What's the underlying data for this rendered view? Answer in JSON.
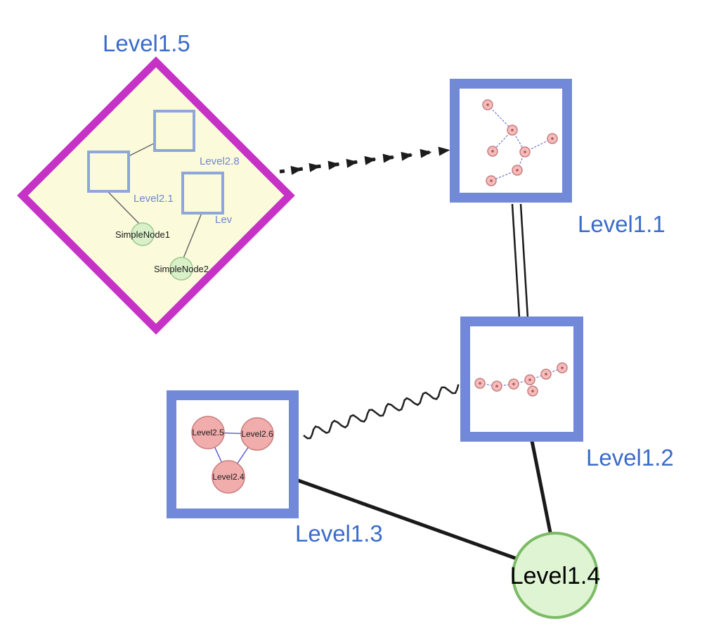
{
  "diagram_type": "nested-graph",
  "nodes": {
    "level1_5": {
      "label": "Level1.5",
      "shape": "diamond-group"
    },
    "level1_1": {
      "label": "Level1.1",
      "shape": "square-group"
    },
    "level1_2": {
      "label": "Level1.2",
      "shape": "square-group"
    },
    "level1_3": {
      "label": "Level1.3",
      "shape": "square-group"
    },
    "level1_4": {
      "label": "Level1.4",
      "shape": "circle"
    }
  },
  "level1_5_children": {
    "square_top": "Level2.8",
    "square_left": "Level2.1",
    "square_right": "Lev",
    "simple_node_1": "SimpleNode1",
    "simple_node_2": "SimpleNode2"
  },
  "level1_3_children": {
    "circle_a": "Level2.5",
    "circle_b": "Level2.6",
    "circle_c": "Level2.4"
  },
  "subgraphs": {
    "level1_1": {
      "node_count": 7,
      "edge_style": "dashed-blue"
    },
    "level1_2": {
      "node_count": 7,
      "edge_style": "dashed-blue"
    },
    "level1_3": {
      "node_count": 3,
      "edge_style": "solid-blue"
    }
  },
  "edges": [
    {
      "from": "Level1.5",
      "to": "Level1.1",
      "style": "dashed-arrow-chain"
    },
    {
      "from": "Level1.1",
      "to": "Level1.2",
      "style": "double-line"
    },
    {
      "from": "Level1.3",
      "to": "Level1.2",
      "style": "wavy"
    },
    {
      "from": "Level1.3",
      "to": "Level1.4",
      "style": "solid-line"
    },
    {
      "from": "Level1.2",
      "to": "Level1.4",
      "style": "solid-line"
    }
  ],
  "level1_5_inner_edges": [
    {
      "from": "square_top",
      "to": "square_left"
    },
    {
      "from": "square_left",
      "to": "SimpleNode1"
    },
    {
      "from": "square_right",
      "to": "SimpleNode2"
    }
  ],
  "colors": {
    "label_blue": "#3A6CC8",
    "group_border_blue": "#7289D9",
    "inner_square_border": "#8EA6DA",
    "diamond_magenta": "#C632C6",
    "diamond_fill": "#FBFBDC",
    "green_node_fill": "#DFF4D2",
    "green_node_border": "#7CBB66",
    "mini_node_pink": "#F5BCBC",
    "mini_node_border": "#C97E7E",
    "mini_edge_blue": "#5A5AD0",
    "edge_black": "#1a1a1a"
  }
}
